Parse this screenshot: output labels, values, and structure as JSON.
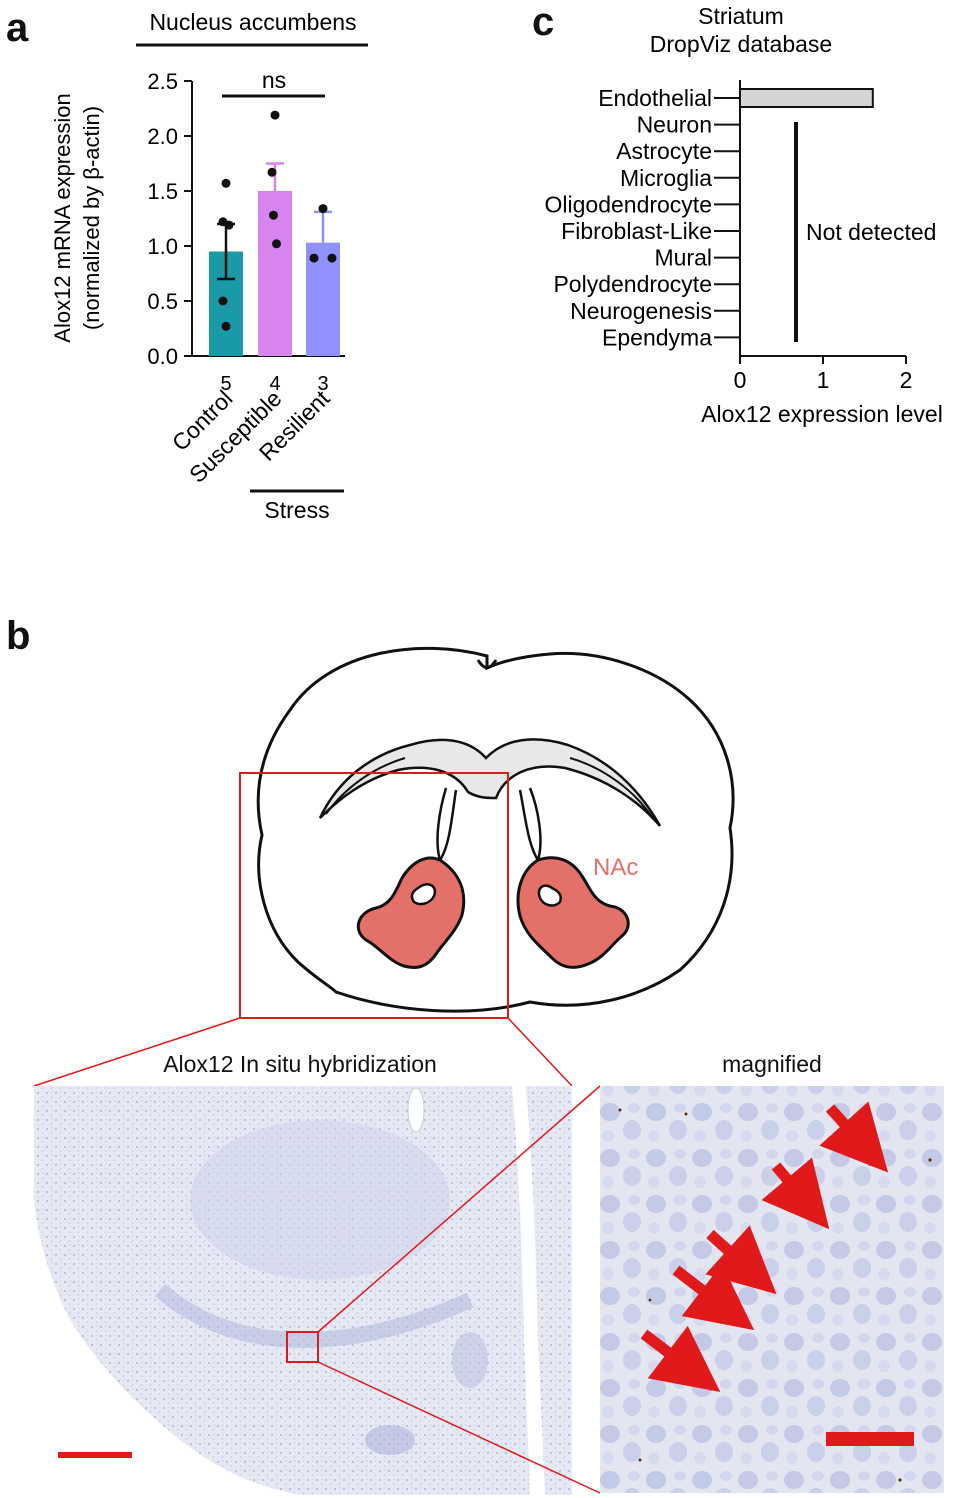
{
  "panels": {
    "a": {
      "letter": "a",
      "region": "Nucleus accumbens",
      "significance": "ns",
      "group_bracket_label": "Stress"
    },
    "b": {
      "letter": "b",
      "nac_label": "NAc",
      "ish_title": "Alox12 In situ hybridization",
      "magnified_title": "magnified"
    },
    "c": {
      "letter": "c",
      "title_line1": "Striatum",
      "title_line2": "DropViz database",
      "annotation": "Not detected"
    }
  },
  "colors": {
    "control": "#1a9aa6",
    "susceptible": "#d884f0",
    "resilient": "#9090ff",
    "nac": "#e3716a",
    "corpus_callosum": "#e8e8e8",
    "endothelial_bar": "#d4d4d4",
    "red": "#e0191b",
    "tissue": "#e6e9f3",
    "nuclei": "#b5bbdf",
    "signal": "#5a3010"
  },
  "chart_data": [
    {
      "type": "bar",
      "panel": "a",
      "title": "Nucleus accumbens",
      "ylabel_line1": "Alox12 mRNA expression",
      "ylabel_line2": "(normalized by β-actin)",
      "ylim": [
        0,
        2.5
      ],
      "yticks": [
        "0.0",
        "0.5",
        "1.0",
        "1.5",
        "2.0",
        "2.5"
      ],
      "categories": [
        "Control",
        "Susceptible",
        "Resilient"
      ],
      "n": [
        "5",
        "4",
        "3"
      ],
      "values": [
        0.95,
        1.5,
        1.03
      ],
      "errors": [
        0.25,
        0.25,
        0.28
      ],
      "points": [
        [
          1.57,
          1.22,
          1.19,
          0.5,
          0.27
        ],
        [
          2.19,
          1.67,
          1.28,
          1.02
        ],
        [
          1.34,
          0.89,
          0.89
        ]
      ],
      "significance": "ns",
      "group_label": "Stress"
    },
    {
      "type": "bar",
      "orientation": "horizontal",
      "panel": "c",
      "title": "Striatum DropViz database",
      "categories": [
        "Endothelial",
        "Neuron",
        "Astrocyte",
        "Microglia",
        "Oligodendrocyte",
        "Fibroblast-Like",
        "Mural",
        "Polydendrocyte",
        "Neurogenesis",
        "Ependyma"
      ],
      "values": [
        1.6,
        0,
        0,
        0,
        0,
        0,
        0,
        0,
        0,
        0
      ],
      "xlabel": "Alox12 expression level",
      "xlim": [
        0,
        2
      ],
      "xticks": [
        "0",
        "1",
        "2"
      ],
      "annotation": "Not detected"
    }
  ]
}
